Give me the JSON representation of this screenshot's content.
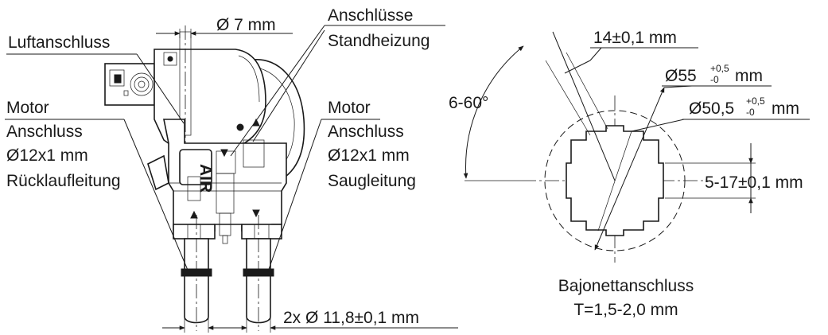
{
  "left_view": {
    "dim_air_inlet_diameter": "Ø 7 mm",
    "label_air_connection": "Luftanschluss",
    "label_heater_connections_line1": "Anschlüsse",
    "label_heater_connections_line2": "Standheizung",
    "label_motor_left_line1": "Motor",
    "label_motor_left_line2": "Anschluss",
    "label_motor_left_line3": "Ø12x1 mm",
    "label_motor_left_line4": "Rücklaufleitung",
    "label_motor_right_line1": "Motor",
    "label_motor_right_line2": "Anschluss",
    "label_motor_right_line3": "Ø12x1 mm",
    "label_motor_right_line4": "Saugleitung",
    "dim_pipe_diameter": "2x Ø 11,8±0,1 mm",
    "housing_marking": "AIR"
  },
  "right_view": {
    "angle_label": "6-60°",
    "dim_tab_width": "14±0,1 mm",
    "dim_outer_prefix": "Ø55",
    "dim_outer_tol_upper": "+0,5",
    "dim_outer_tol_lower": "-0",
    "dim_outer_unit": "mm",
    "dim_inner_prefix": "Ø50,5",
    "dim_inner_tol_upper": "+0,5",
    "dim_inner_tol_lower": "-0",
    "dim_inner_unit": "mm",
    "dim_notch_depth": "5-17±0,1 mm",
    "caption_line1": "Bajonettanschluss",
    "caption_line2": "T=1,5-2,0 mm"
  }
}
